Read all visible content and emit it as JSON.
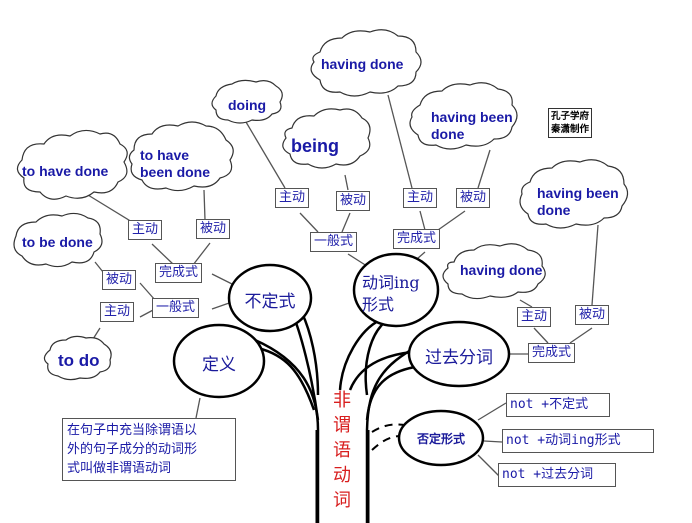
{
  "title_trunk": "非谓语动词",
  "credit": {
    "line1": "孔子学府",
    "line2": "秦潇制作"
  },
  "definition": {
    "oval_label": "定义",
    "text_lines": [
      "在句子中充当除谓语以",
      "外的句子成分的动词形",
      "式叫做非谓语动词"
    ]
  },
  "infinitive": {
    "oval_label": "不定式",
    "simple_label": "一般式",
    "perfect_label": "完成式",
    "simple_active": {
      "label": "主动",
      "form": "to do"
    },
    "simple_passive": {
      "label": "被动",
      "form": "to be done"
    },
    "perfect_active": {
      "label": "主动",
      "form": "to have done"
    },
    "perfect_passive": {
      "label": "被动",
      "form": [
        "to have",
        "been done"
      ]
    }
  },
  "ing_form": {
    "oval_label_line1": "动词ing",
    "oval_label_line2": "形式",
    "simple_label": "一般式",
    "perfect_label": "完成式",
    "simple_active": {
      "label": "主动",
      "form": "doing"
    },
    "simple_passive": {
      "label": "被动",
      "form": "being"
    },
    "perfect_active": {
      "label": "主动",
      "form": "having done"
    },
    "perfect_passive": {
      "label": "被动",
      "form": [
        "having been",
        "done"
      ]
    }
  },
  "past_participle": {
    "oval_label": "过去分词",
    "perfect_label": "完成式",
    "active": {
      "label": "主动",
      "form": "having done"
    },
    "passive": {
      "label": "被动",
      "form": [
        "having been",
        "done"
      ]
    }
  },
  "negation": {
    "oval_label": "否定形式",
    "items": [
      "not +不定式",
      "not +动词ing形式",
      "not +过去分词"
    ]
  },
  "colors": {
    "text_blue": "#1a1aa6",
    "trunk_red": "#d81e1e",
    "line": "#000000"
  }
}
